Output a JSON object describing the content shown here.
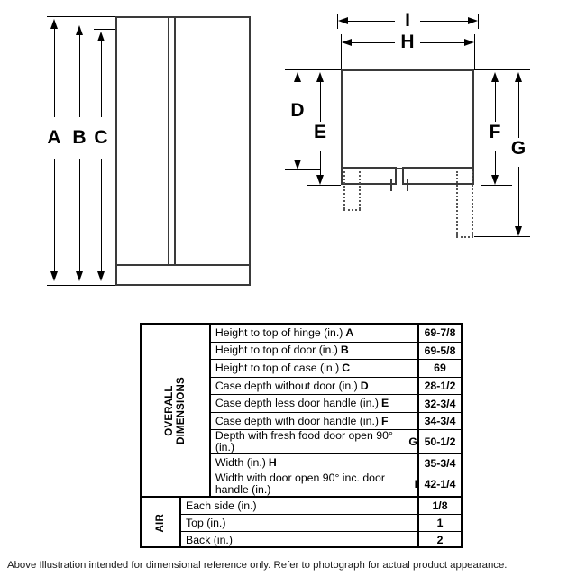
{
  "diagram": {
    "front_view": {
      "name": "side-by-side refrigerator front elevation",
      "dimension_labels": [
        "A",
        "B",
        "C"
      ]
    },
    "top_view": {
      "name": "refrigerator top plan view with doors and handles",
      "dimension_labels": [
        "I",
        "H",
        "D",
        "E",
        "F",
        "G"
      ]
    }
  },
  "table": {
    "groups": [
      {
        "label": "OVERALL\nDIMENSIONS",
        "label_display": "OVERALL DIMENSIONS",
        "rows": [
          {
            "desc": "Height to top of hinge (in.)",
            "key": "A",
            "value": "69-7/8"
          },
          {
            "desc": "Height to top of door (in.)",
            "key": "B",
            "value": "69-5/8"
          },
          {
            "desc": "Height to top of case (in.)",
            "key": "C",
            "value": "69"
          },
          {
            "desc": "Case depth without door (in.)",
            "key": "D",
            "value": "28-1/2"
          },
          {
            "desc": "Case depth less door handle (in.)",
            "key": "E",
            "value": "32-3/4"
          },
          {
            "desc": "Case depth with door handle (in.)",
            "key": "F",
            "value": "34-3/4"
          },
          {
            "desc": "Depth with fresh food door open 90° (in.)",
            "key": "G",
            "value": "50-1/2"
          },
          {
            "desc": "Width (in.)",
            "key": "H",
            "value": "35-3/4"
          },
          {
            "desc": "Width with door open 90° inc. door handle (in.)",
            "key": "I",
            "value": "42-1/4"
          }
        ]
      },
      {
        "label": "AIR",
        "label_display": "AIR",
        "rows": [
          {
            "desc": "Each side (in.)",
            "key": "",
            "value": "1/8"
          },
          {
            "desc": "Top (in.)",
            "key": "",
            "value": "1"
          },
          {
            "desc": "Back (in.)",
            "key": "",
            "value": "2"
          }
        ]
      }
    ]
  },
  "footnote": "Above Illustration intended for dimensional reference only. Refer to photograph for actual product appearance."
}
